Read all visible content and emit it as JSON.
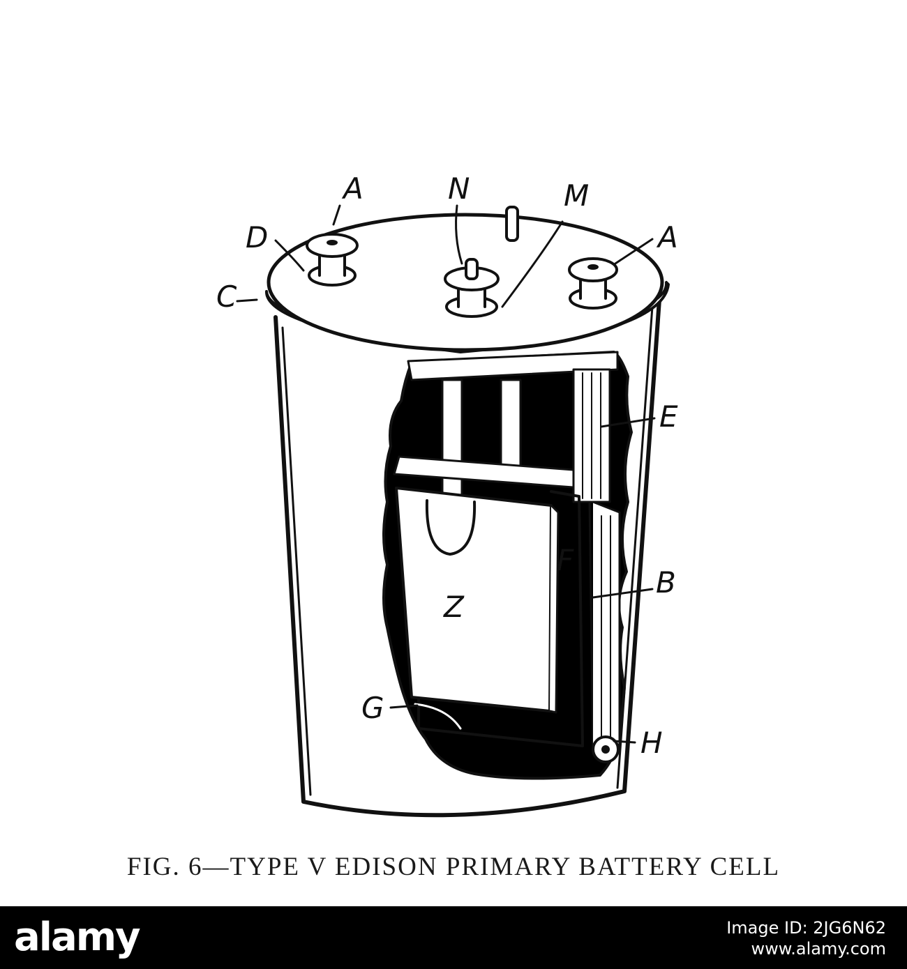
{
  "figure": {
    "caption": "FIG. 6—TYPE V EDISON PRIMARY BATTERY CELL",
    "labels": {
      "A_left": "A",
      "N": "N",
      "M": "M",
      "A_right": "A",
      "D": "D",
      "C": "C",
      "E": "E",
      "F": "F",
      "B": "B",
      "Z": "Z",
      "G": "G",
      "H": "H"
    }
  },
  "watermark": {
    "brand": "alamy",
    "image_id": "Image ID: 2JG6N62",
    "site": "www.alamy.com"
  }
}
